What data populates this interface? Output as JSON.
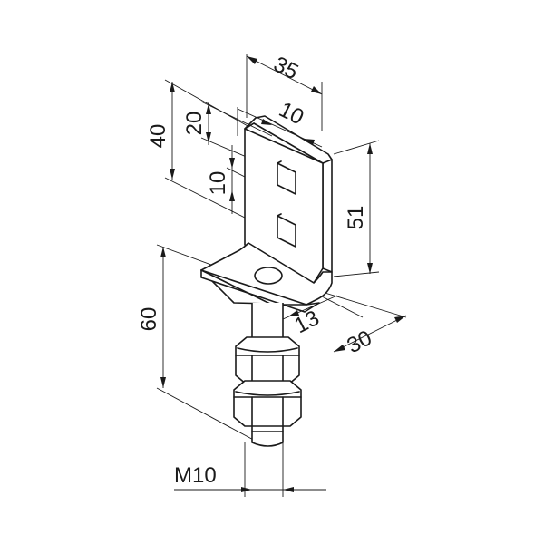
{
  "drawing": {
    "dimensions": {
      "width_35": "35",
      "slot_10_top": "10",
      "height_40": "40",
      "height_20": "20",
      "gap_10": "10",
      "height_51": "51",
      "depth_30": "30",
      "hole_13": "13",
      "length_60": "60",
      "thread_m10": "M10"
    }
  }
}
